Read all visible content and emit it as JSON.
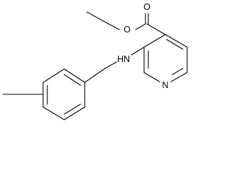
{
  "molecule": {
    "atoms": {
      "ester_oxygen": "O",
      "carbonyl_oxygen": "O",
      "amine": "HN",
      "ring_nitrogen": "N"
    }
  }
}
